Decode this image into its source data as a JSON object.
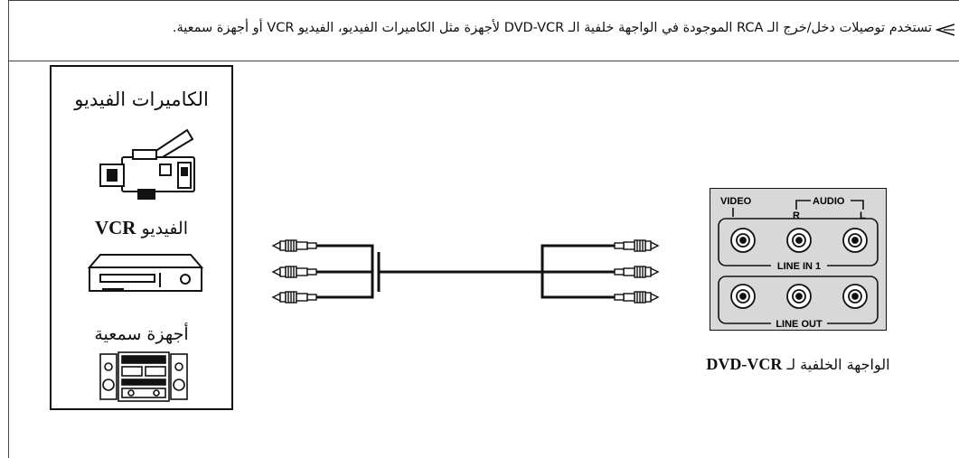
{
  "intro": {
    "text": "تستخدم توصيلات دخل/خرج الـ RCA الموجودة في الواجهة خلفية الـ DVD-VCR لأجهزة مثل الكاميرات الفيديو، الفيديو VCR أو أجهزة سمعية."
  },
  "devices": {
    "camcorder_label": "الكاميرات الفيديو",
    "vcr_label_ar": "الفيديو",
    "vcr_label_en": "VCR",
    "audio_label": "أجهزة سمعية"
  },
  "panel": {
    "video_label": "VIDEO",
    "audio_label": "AUDIO",
    "r_label": "R",
    "l_label": "L",
    "line_in_label": "LINE IN 1",
    "line_out_label": "LINE OUT",
    "caption_ar": "الواجهة الخلفية لـ",
    "caption_en": "DVD-VCR"
  },
  "colors": {
    "panel_fill": "#d8d8d8",
    "stroke": "#111111"
  }
}
